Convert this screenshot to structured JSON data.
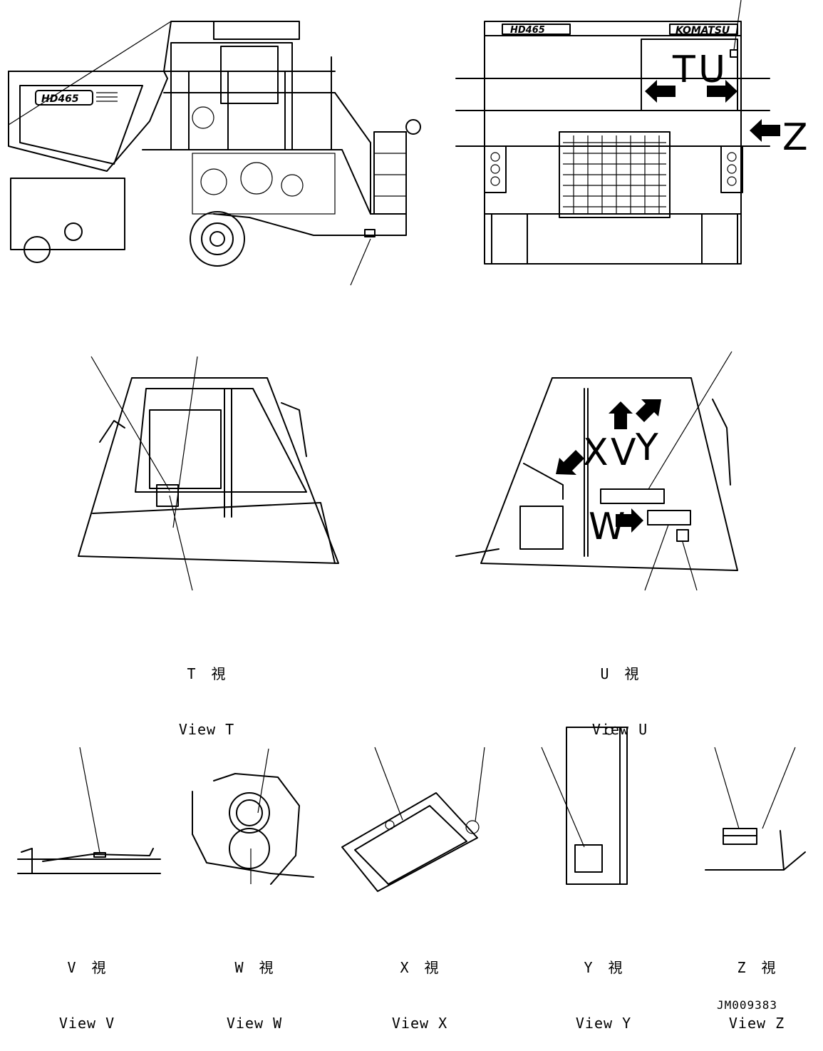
{
  "title": "",
  "views": {
    "T": {
      "letter": "T",
      "ja": "T　視",
      "en": "View T"
    },
    "U": {
      "letter": "U",
      "ja": "U　視",
      "en": "View U"
    },
    "V": {
      "letter": "V",
      "ja": "V　視",
      "en": "View V"
    },
    "W": {
      "letter": "W",
      "ja": "W　視",
      "en": "View W"
    },
    "X": {
      "letter": "X",
      "ja": "X　視",
      "en": "View X"
    },
    "Y": {
      "letter": "Y",
      "ja": "Y　視",
      "en": "View Y"
    },
    "Z": {
      "letter": "Z",
      "ja": "Z　視",
      "en": "View Z"
    }
  },
  "branding": {
    "model": "HD465",
    "maker": "KOMATSU"
  },
  "drawing_number": "JM009383"
}
